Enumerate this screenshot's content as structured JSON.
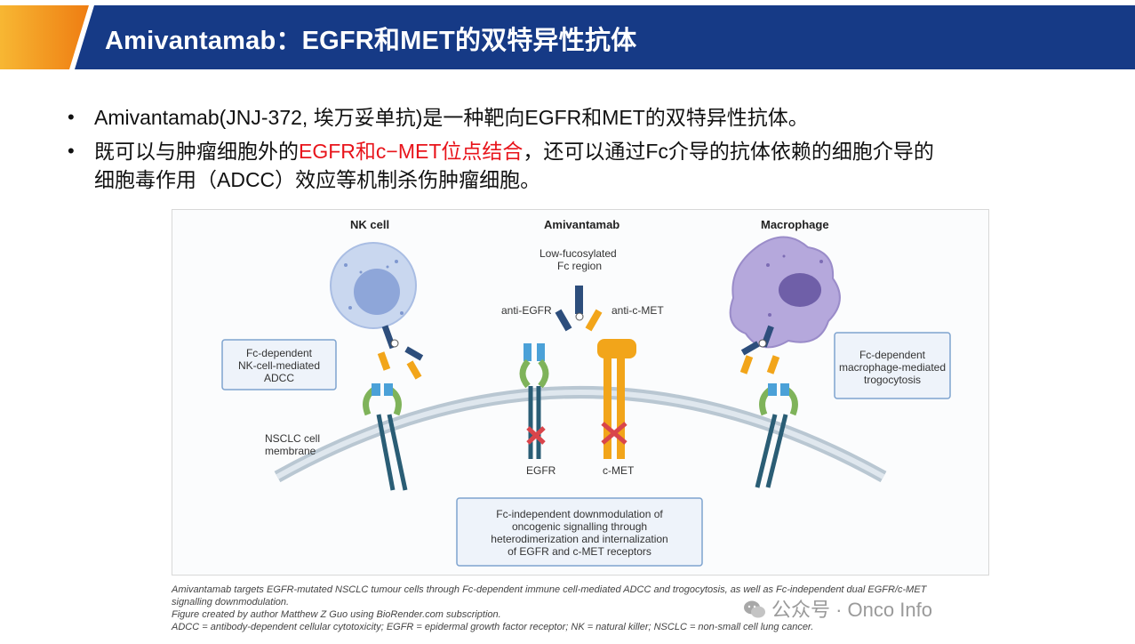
{
  "header": {
    "title": "Amivantamab：EGFR和MET的双特异性抗体"
  },
  "bullets": [
    {
      "text": "Amivantamab(JNJ-372, 埃万妥单抗)是一种靶向EGFR和MET的双特异性抗体。"
    },
    {
      "text_before": "既可以与肿瘤细胞外的",
      "highlight": "EGFR和c−MET位点结合",
      "text_after": "，还可以通过Fc介导的抗体依赖的细胞介导的",
      "text_line2": "细胞毒作用（ADCC）效应等机制杀伤肿瘤细胞。"
    }
  ],
  "figure": {
    "nk_cell": "NK cell",
    "amivantamab": "Amivantamab",
    "macrophage": "Macrophage",
    "fc_region_1": "Low-fucosylated",
    "fc_region_2": "Fc region",
    "anti_egfr": "anti-EGFR",
    "anti_cmet": "anti-c-MET",
    "nk_box_1": "Fc-dependent",
    "nk_box_2": "NK-cell-mediated",
    "nk_box_3": "ADCC",
    "mac_box_1": "Fc-dependent",
    "mac_box_2": "macrophage-mediated",
    "mac_box_3": "trogocytosis",
    "membrane_1": "NSCLC cell",
    "membrane_2": "membrane",
    "egfr": "EGFR",
    "cmet": "c-MET",
    "bottom_box_1": "Fc-independent downmodulation of",
    "bottom_box_2": "oncogenic signalling through",
    "bottom_box_3": "heterodimerization and internalization",
    "bottom_box_4": "of EGFR and c-MET receptors"
  },
  "caption": {
    "line1": "Amivantamab targets EGFR-mutated NSCLC tumour cells through Fc-dependent immune cell-mediated ADCC and trogocytosis, as well as Fc-independent dual EGFR/c-MET",
    "line2": "signalling downmodulation.",
    "line3": "Figure created by author Matthew Z Guo using BioRender.com subscription.",
    "line4": "ADCC = antibody-dependent cellular cytotoxicity; EGFR = epidermal growth factor receptor; NK = natural killer; NSCLC = non-small cell lung cancer."
  },
  "watermark": {
    "text": "公众号 · Onco Info",
    "icon": "wechat-icon"
  },
  "colors": {
    "header_blue": "#163a86",
    "accent_orange": "#f39a1e",
    "highlight_red": "#e8141b"
  }
}
